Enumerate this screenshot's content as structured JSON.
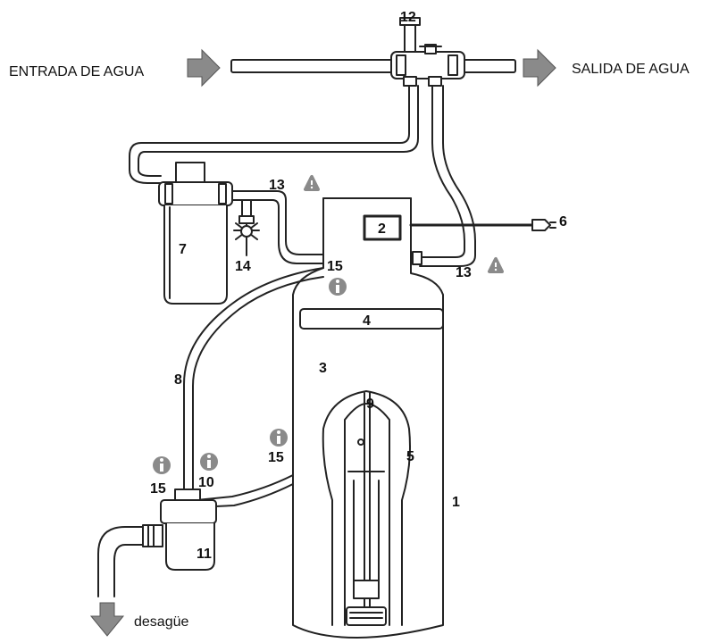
{
  "flow": {
    "inlet_label": "ENTRADA DE AGUA",
    "outlet_label": "SALIDA DE AGUA",
    "drain_label": "desagüe"
  },
  "callouts": {
    "n1": "1",
    "n2": "2",
    "n3": "3",
    "n4": "4",
    "n5": "5",
    "n6": "6",
    "n7": "7",
    "n8": "8",
    "n9": "9",
    "n10": "10",
    "n11": "11",
    "n12": "12",
    "n13a": "13",
    "n13b": "13",
    "n14": "14",
    "n15a": "15",
    "n15b": "15",
    "n15c": "15"
  },
  "icons": {
    "info": "info-icon",
    "warning": "warning-icon",
    "arrow": "arrow-icon"
  },
  "colors": {
    "line": "#222222",
    "arrow_fill": "#8a8a8a",
    "icon_fill": "#8a8a8a"
  }
}
